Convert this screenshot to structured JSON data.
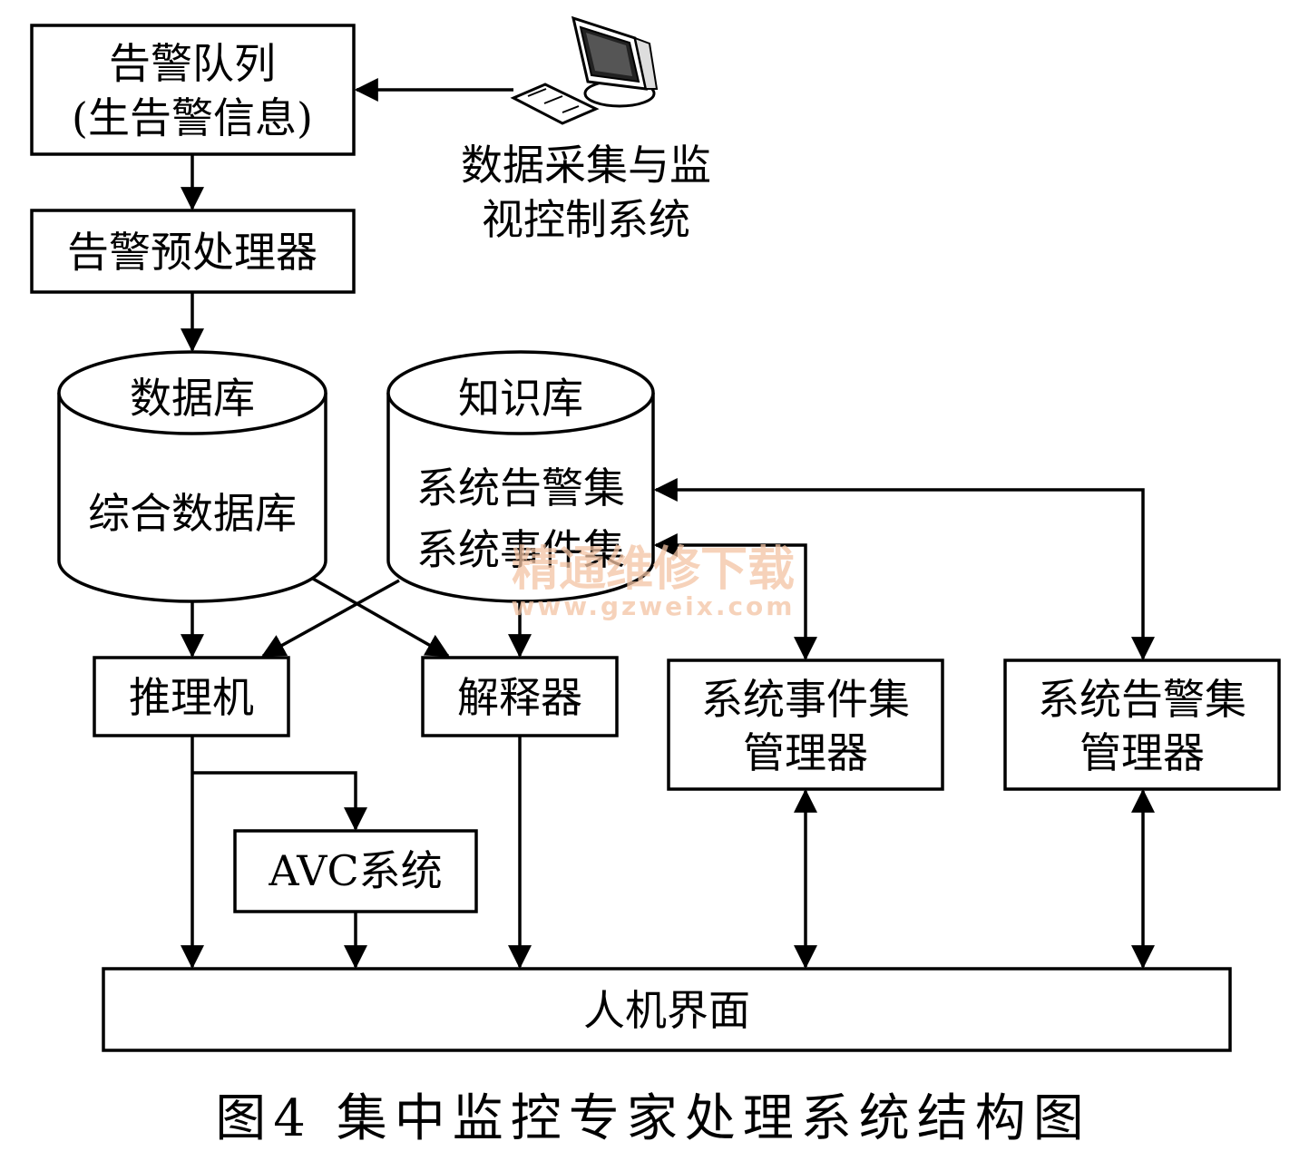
{
  "nodes": {
    "alarm_queue": {
      "line1": "告警队列",
      "line2": "(生告警信息)"
    },
    "scada": {
      "line1": "数据采集与监",
      "line2": "视控制系统"
    },
    "preprocessor": {
      "label": "告警预处理器"
    },
    "database": {
      "top": "数据库",
      "body": "综合数据库"
    },
    "knowledge_base": {
      "top": "知识库",
      "line1": "系统告警集",
      "line2": "系统事件集"
    },
    "inference_engine": {
      "label": "推理机"
    },
    "interpreter": {
      "label": "解释器"
    },
    "event_manager": {
      "line1": "系统事件集",
      "line2": "管理器"
    },
    "alarm_manager": {
      "line1": "系统告警集",
      "line2": "管理器"
    },
    "avc": {
      "label": "AVC系统"
    },
    "hmi": {
      "label": "人机界面"
    }
  },
  "caption": "图4  集中监控专家处理系统结构图",
  "watermark": {
    "line1": "精通维修下载",
    "line2": "www.gzweix.com"
  },
  "icons": [
    "computer-icon"
  ],
  "colors": {
    "line": "#000000",
    "watermark": "#f3c3a3"
  }
}
